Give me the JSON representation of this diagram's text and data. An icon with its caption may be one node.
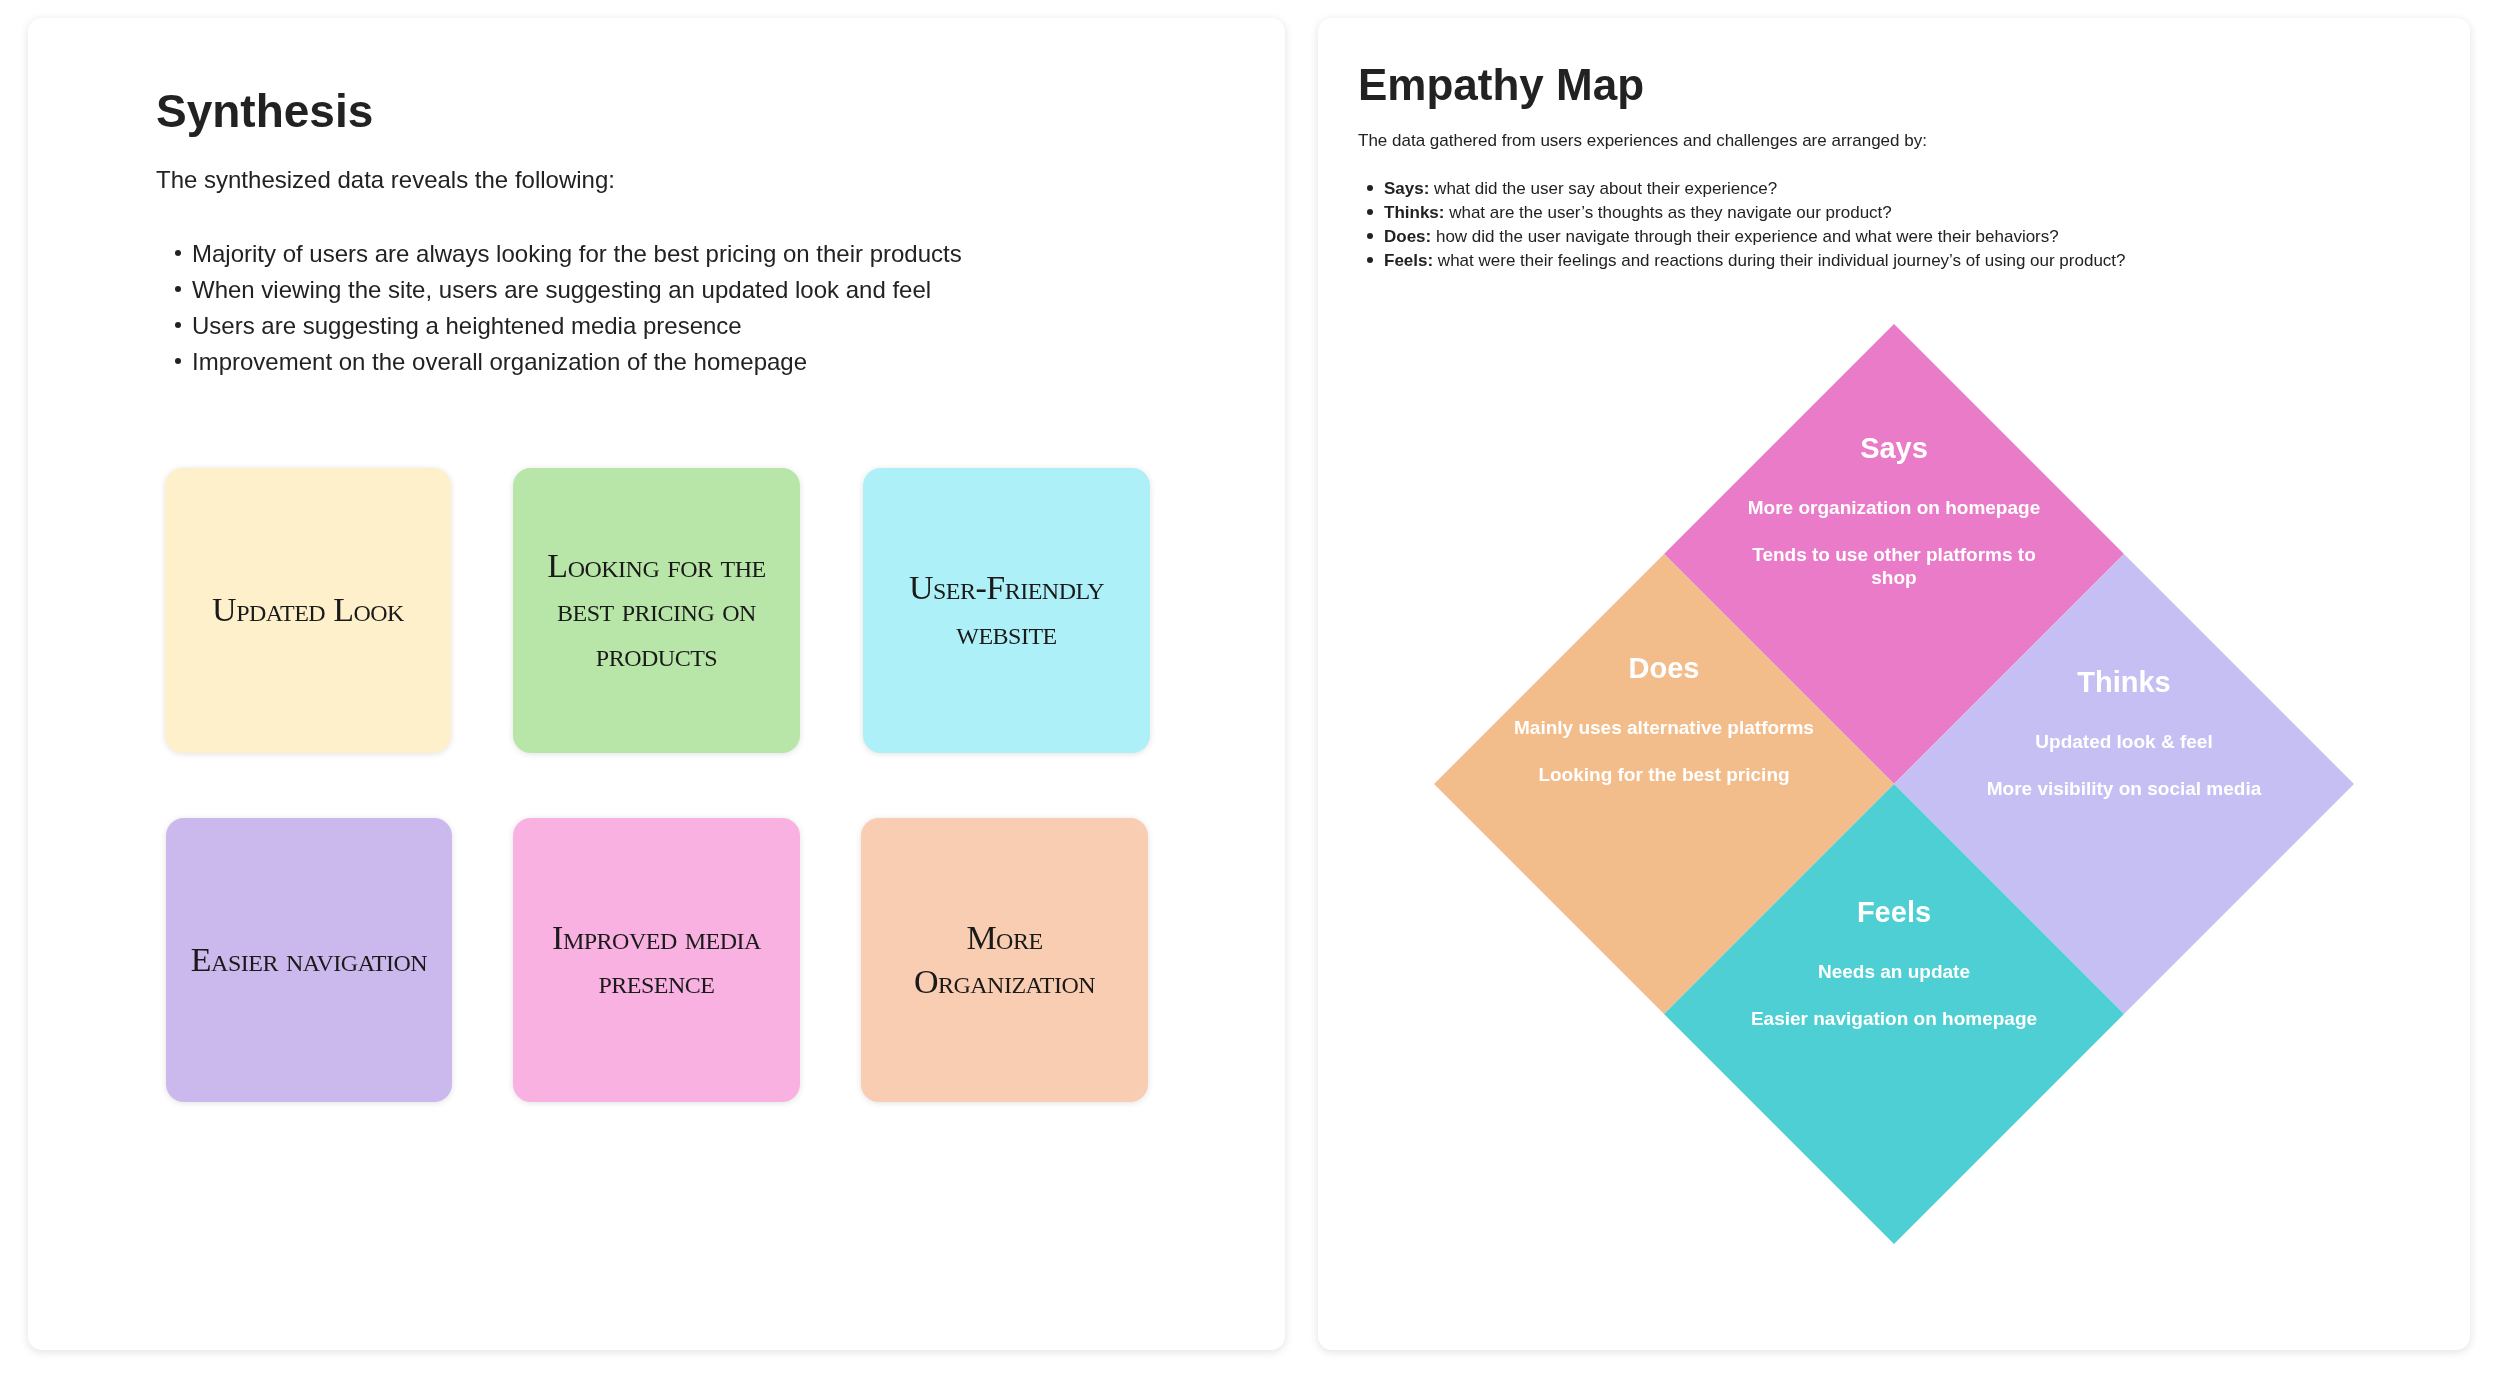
{
  "diagram": {
    "nodes": [
      {
        "text": [
          "Synthesis",
          "The synthesized data reveals the following:",
          "Majority of users are always looking for the best pricing on their products",
          "When viewing the site, users are suggesting an updated look and feel",
          "Users are suggesting a heightened media presence",
          "Improvement on the overall organization of the homepage"
        ]
      },
      {
        "text": [
          "Updated Look"
        ],
        "in": 0
      },
      {
        "text": [
          "Looking for the best pricing on products"
        ],
        "in": 0
      },
      {
        "text": [
          "User-Friendly website"
        ],
        "in": 0
      },
      {
        "text": [
          "Easier navigation"
        ],
        "in": 0
      },
      {
        "text": [
          "Improved media presence"
        ],
        "in": 0
      },
      {
        "text": [
          "More Organization"
        ],
        "in": 0
      },
      {
        "text": [
          "Empathy Map",
          "The data gathered from users experiences and challenges are arranged by:",
          "**Says:** what did the user say about their experience?",
          "**Thinks:** what are the user’s thoughts as they navigate our product?",
          "**Does:** how did the user navigate through their experience and what were their behaviors?",
          "**Feels:** what were their feelings and reactions during their individual journey’s of using our product?"
        ]
      },
      {
        "text": [
          "Says",
          "More organization on homepage",
          "Tends to use other platforms to shop"
        ],
        "in": 7
      },
      {
        "text": [
          "Does",
          "Mainly uses alternative platforms",
          "Looking for the best pricing"
        ],
        "in": 7
      },
      {
        "text": [
          "Thinks",
          "Updated look & feel",
          "More visibility on social media"
        ],
        "in": 7
      },
      {
        "text": [
          "Feels",
          "Needs an update",
          "Easier navigation on homepage"
        ],
        "in": 7
      }
    ]
  }
}
